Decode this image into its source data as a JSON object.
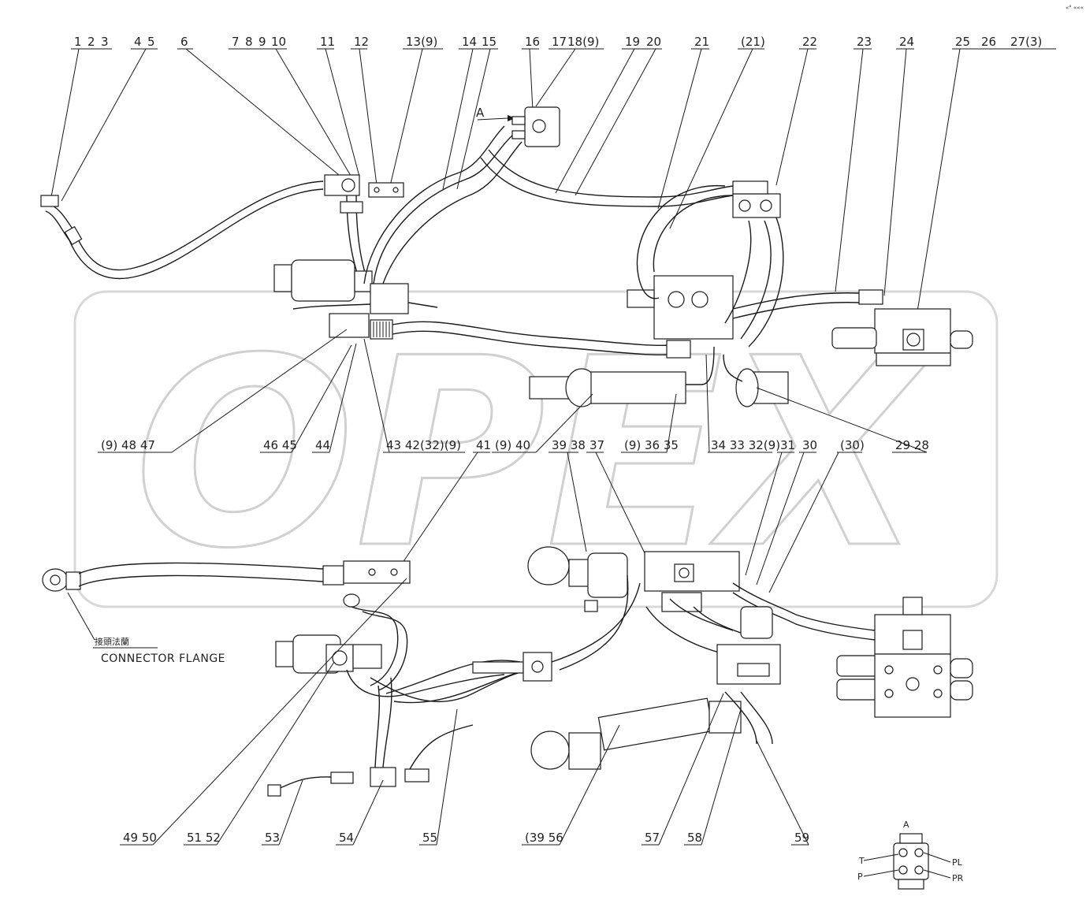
{
  "watermark": {
    "text": "OPEX"
  },
  "corner_mark": "«° «««",
  "top_callouts": [
    {
      "id": "c1",
      "text": "1"
    },
    {
      "id": "c2",
      "text": "2"
    },
    {
      "id": "c3",
      "text": "3"
    },
    {
      "id": "c4",
      "text": "4"
    },
    {
      "id": "c5",
      "text": "5"
    },
    {
      "id": "c6",
      "text": "6"
    },
    {
      "id": "c7",
      "text": "7"
    },
    {
      "id": "c8",
      "text": "8"
    },
    {
      "id": "c9",
      "text": "9"
    },
    {
      "id": "c10",
      "text": "10"
    },
    {
      "id": "c11",
      "text": "11"
    },
    {
      "id": "c12",
      "text": "12"
    },
    {
      "id": "c13",
      "text": "13(9)"
    },
    {
      "id": "c14",
      "text": "14"
    },
    {
      "id": "c15",
      "text": "15"
    },
    {
      "id": "c16",
      "text": "16"
    },
    {
      "id": "c17",
      "text": "17"
    },
    {
      "id": "c18",
      "text": "18(9)"
    },
    {
      "id": "c19",
      "text": "19"
    },
    {
      "id": "c20",
      "text": "20"
    },
    {
      "id": "c21",
      "text": "21"
    },
    {
      "id": "c21b",
      "text": "(21)"
    },
    {
      "id": "c22",
      "text": "22"
    },
    {
      "id": "c23",
      "text": "23"
    },
    {
      "id": "c24",
      "text": "24"
    },
    {
      "id": "c25",
      "text": "25"
    },
    {
      "id": "c26",
      "text": "26"
    },
    {
      "id": "c27",
      "text": "27(3)"
    }
  ],
  "middle_callouts": [
    {
      "id": "m48",
      "text": "(9) 48  47"
    },
    {
      "id": "m46",
      "text": "46 45"
    },
    {
      "id": "m44",
      "text": "44"
    },
    {
      "id": "m43",
      "text": "43 42(32)(9)"
    },
    {
      "id": "m41",
      "text": "41"
    },
    {
      "id": "m40",
      "text": "(9) 40"
    },
    {
      "id": "m39",
      "text": "39 38"
    },
    {
      "id": "m37",
      "text": "37"
    },
    {
      "id": "m36",
      "text": "(9) 36 35"
    },
    {
      "id": "m34",
      "text": "34 33 32(9)"
    },
    {
      "id": "m31",
      "text": "31"
    },
    {
      "id": "m30",
      "text": "30"
    },
    {
      "id": "m30b",
      "text": "(30)"
    },
    {
      "id": "m29",
      "text": "29 28"
    }
  ],
  "bottom_callouts": [
    {
      "id": "b49",
      "text": "49 50"
    },
    {
      "id": "b51",
      "text": "51 52"
    },
    {
      "id": "b53",
      "text": "53"
    },
    {
      "id": "b54",
      "text": "54"
    },
    {
      "id": "b55",
      "text": "55"
    },
    {
      "id": "b39",
      "text": "(39 56"
    },
    {
      "id": "b57",
      "text": "57"
    },
    {
      "id": "b58",
      "text": "58"
    },
    {
      "id": "b59",
      "text": "59"
    }
  ],
  "view_marker": {
    "arrow_label": "A"
  },
  "connector_note": {
    "small": "接頭法蘭",
    "label": "CONNECTOR FLANGE"
  },
  "detail_view": {
    "title": "A",
    "ports": {
      "t": "T",
      "p": "P",
      "pl": "PL",
      "pr": "PR"
    }
  }
}
